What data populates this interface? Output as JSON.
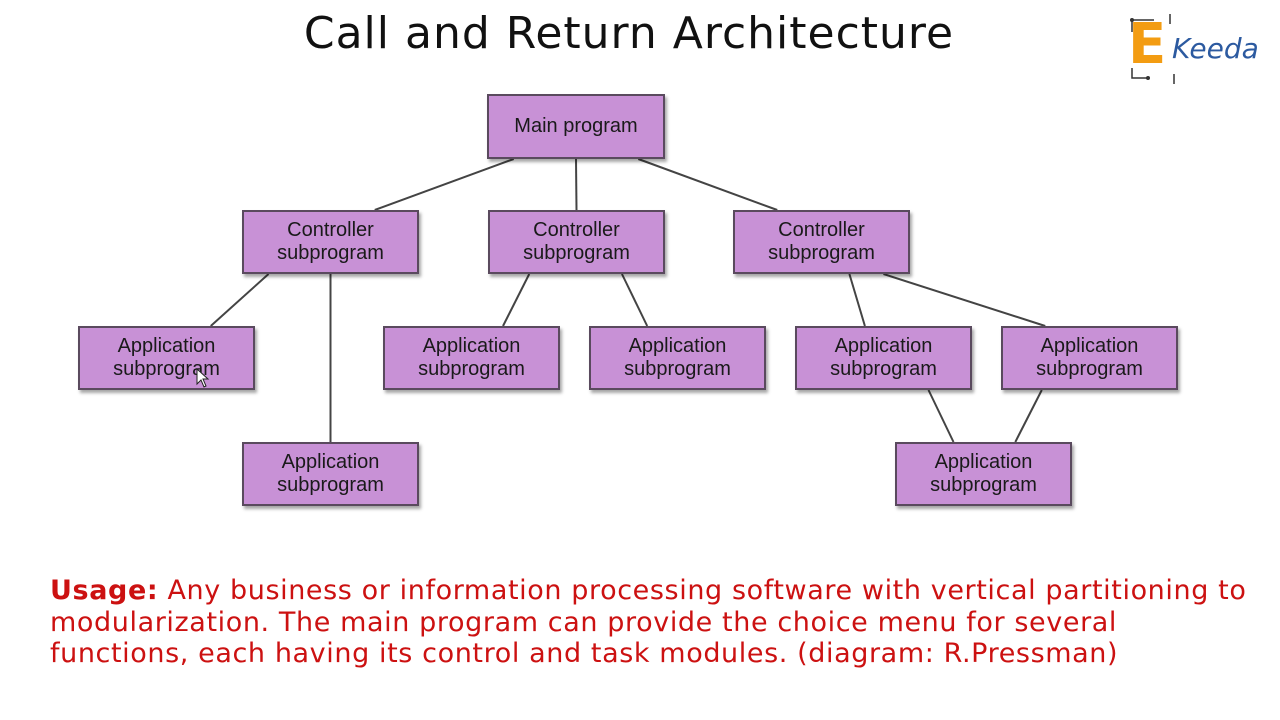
{
  "title": "Call and Return Architecture",
  "logo": {
    "mark": "E",
    "text": "Keeda"
  },
  "diagram": {
    "nodes": [
      {
        "id": "main",
        "label": "Main program"
      },
      {
        "id": "ctrl1",
        "label": "Controller\nsubprogram"
      },
      {
        "id": "ctrl2",
        "label": "Controller\nsubprogram"
      },
      {
        "id": "ctrl3",
        "label": "Controller\nsubprogram"
      },
      {
        "id": "app1",
        "label": "Application\nsubprogram"
      },
      {
        "id": "app2",
        "label": "Application\nsubprogram"
      },
      {
        "id": "app3",
        "label": "Application\nsubprogram"
      },
      {
        "id": "app4",
        "label": "Application\nsubprogram"
      },
      {
        "id": "app5",
        "label": "Application\nsubprogram"
      },
      {
        "id": "app6",
        "label": "Application\nsubprogram"
      },
      {
        "id": "app7",
        "label": "Application\nsubprogram"
      }
    ],
    "edges": [
      [
        "main",
        "ctrl1"
      ],
      [
        "main",
        "ctrl2"
      ],
      [
        "main",
        "ctrl3"
      ],
      [
        "ctrl1",
        "app1"
      ],
      [
        "ctrl1",
        "app2"
      ],
      [
        "ctrl2",
        "app3"
      ],
      [
        "ctrl2",
        "app4"
      ],
      [
        "ctrl3",
        "app5"
      ],
      [
        "ctrl3",
        "app6"
      ],
      [
        "app5",
        "app7"
      ],
      [
        "app6",
        "app7"
      ]
    ]
  },
  "usage": {
    "label": "Usage:",
    "text": " Any business or information processing software with vertical partitioning to modularization. The main program can provide the choice menu for several functions, each having its control and task modules. (diagram: R.Pressman)"
  }
}
